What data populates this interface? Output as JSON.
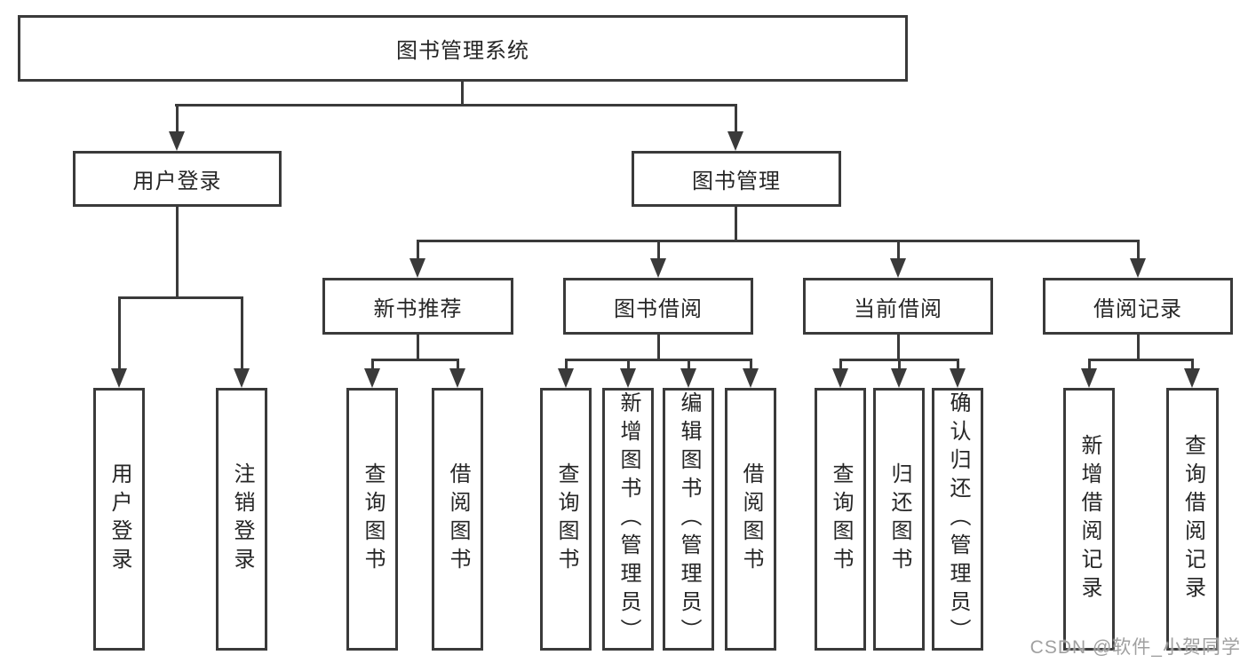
{
  "diagram": {
    "title": "图书管理系统",
    "watermark": "CSDN @软件_小贺同学",
    "colors": {
      "line": "#3a3a3a",
      "text": "#262626",
      "background": "#ffffff",
      "watermark": "#989898"
    },
    "root": {
      "label": "图书管理系统"
    },
    "branches": [
      {
        "label": "用户登录",
        "leaves": [
          {
            "label": "用户登录"
          },
          {
            "label": "注销登录"
          }
        ]
      },
      {
        "label": "图书管理",
        "groups": [
          {
            "label": "新书推荐",
            "leaves": [
              {
                "label": "查询图书"
              },
              {
                "label": "借阅图书"
              }
            ]
          },
          {
            "label": "图书借阅",
            "leaves": [
              {
                "label": "查询图书"
              },
              {
                "label": "新增图书（管理员）"
              },
              {
                "label": "编辑图书（管理员）"
              },
              {
                "label": "借阅图书"
              }
            ]
          },
          {
            "label": "当前借阅",
            "leaves": [
              {
                "label": "查询图书"
              },
              {
                "label": "归还图书"
              },
              {
                "label": "确认归还（管理员）"
              }
            ]
          },
          {
            "label": "借阅记录",
            "leaves": [
              {
                "label": "新增借阅记录"
              },
              {
                "label": "查询借阅记录"
              }
            ]
          }
        ]
      }
    ]
  }
}
